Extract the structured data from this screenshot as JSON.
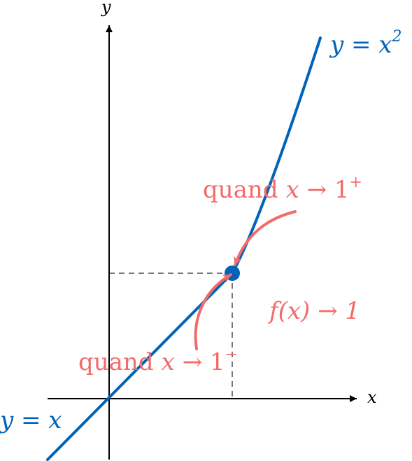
{
  "colors": {
    "curve": "#0063B8",
    "annotation": "#F26B6B",
    "axis": "#000000",
    "guide": "#777777"
  },
  "axes": {
    "x_label": "x",
    "y_label": "y"
  },
  "curves": {
    "parabola_label": "y = x",
    "parabola_exponent": "2",
    "line_label": "y = x"
  },
  "annotations": {
    "right_limit_prefix": "quand",
    "right_limit_var": "x",
    "right_limit_arrow": " → 1",
    "right_limit_sign": "+",
    "left_limit_prefix": "quand",
    "left_limit_var": "x",
    "left_limit_arrow": " → 1",
    "left_limit_sign": "−",
    "function_limit": "f(x) → 1"
  }
}
